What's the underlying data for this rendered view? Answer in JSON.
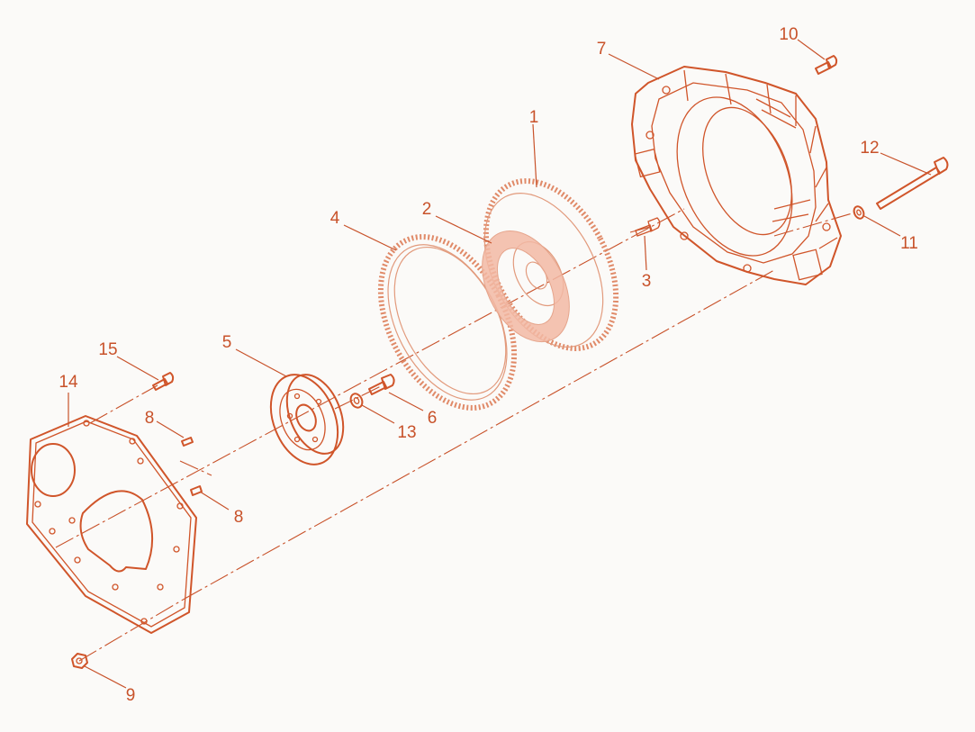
{
  "diagram": {
    "callouts": [
      {
        "id": "1",
        "text": "1"
      },
      {
        "id": "2",
        "text": "2"
      },
      {
        "id": "3",
        "text": "3"
      },
      {
        "id": "4",
        "text": "4"
      },
      {
        "id": "5",
        "text": "5"
      },
      {
        "id": "6",
        "text": "6"
      },
      {
        "id": "7",
        "text": "7"
      },
      {
        "id": "8a",
        "text": "8"
      },
      {
        "id": "8b",
        "text": "8"
      },
      {
        "id": "9",
        "text": "9"
      },
      {
        "id": "10",
        "text": "10"
      },
      {
        "id": "11",
        "text": "11"
      },
      {
        "id": "12",
        "text": "12"
      },
      {
        "id": "13",
        "text": "13"
      },
      {
        "id": "14",
        "text": "14"
      },
      {
        "id": "15",
        "text": "15"
      }
    ],
    "colors": {
      "line": "#d0552a",
      "text": "#c8522a",
      "highlight": "#f2b8a4",
      "background": "#fbfaf8"
    }
  }
}
